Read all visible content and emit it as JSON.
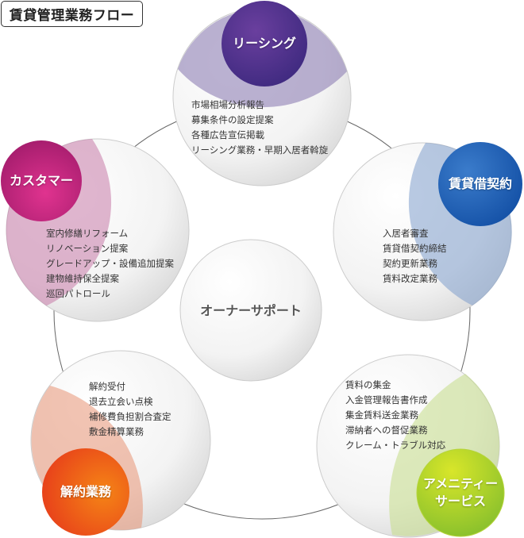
{
  "title": "賃貸管理業務フロー",
  "center": {
    "label": "オーナーサポート"
  },
  "nodes": [
    {
      "id": "leasing",
      "label": "リーシング",
      "color": "#4f2f8a",
      "items": [
        "市場相場分析報告",
        "募集条件の設定提案",
        "各種広告宣伝掲載",
        "リーシング業務・早期入居者斡旋"
      ]
    },
    {
      "id": "contract",
      "label": "賃貸借契約",
      "color": "#1f5fb0",
      "items": [
        "入居者審査",
        "賃貸借契約締結",
        "契約更新業務",
        "賃料改定業務"
      ]
    },
    {
      "id": "amenity",
      "label_lines": [
        "アメニティー",
        "サービス"
      ],
      "color": "#9ccc2a",
      "items": [
        "賃料の集金",
        "入金管理報告書作成",
        "集金賃料送金業務",
        "滞納者への督促業務",
        "クレーム・トラブル対応"
      ]
    },
    {
      "id": "termination",
      "label": "解約業務",
      "color": "#ef5a14",
      "items": [
        "解約受付",
        "退去立会い点検",
        "補修費負担割合査定",
        "敷金精算業務"
      ]
    },
    {
      "id": "customer",
      "label": "カスタマー",
      "color": "#c42679",
      "items": [
        "室内修繕リフォーム",
        "リノベーション提案",
        "グレードアップ・設備追加提案",
        "建物維持保全提案",
        "巡回パトロール"
      ]
    }
  ]
}
